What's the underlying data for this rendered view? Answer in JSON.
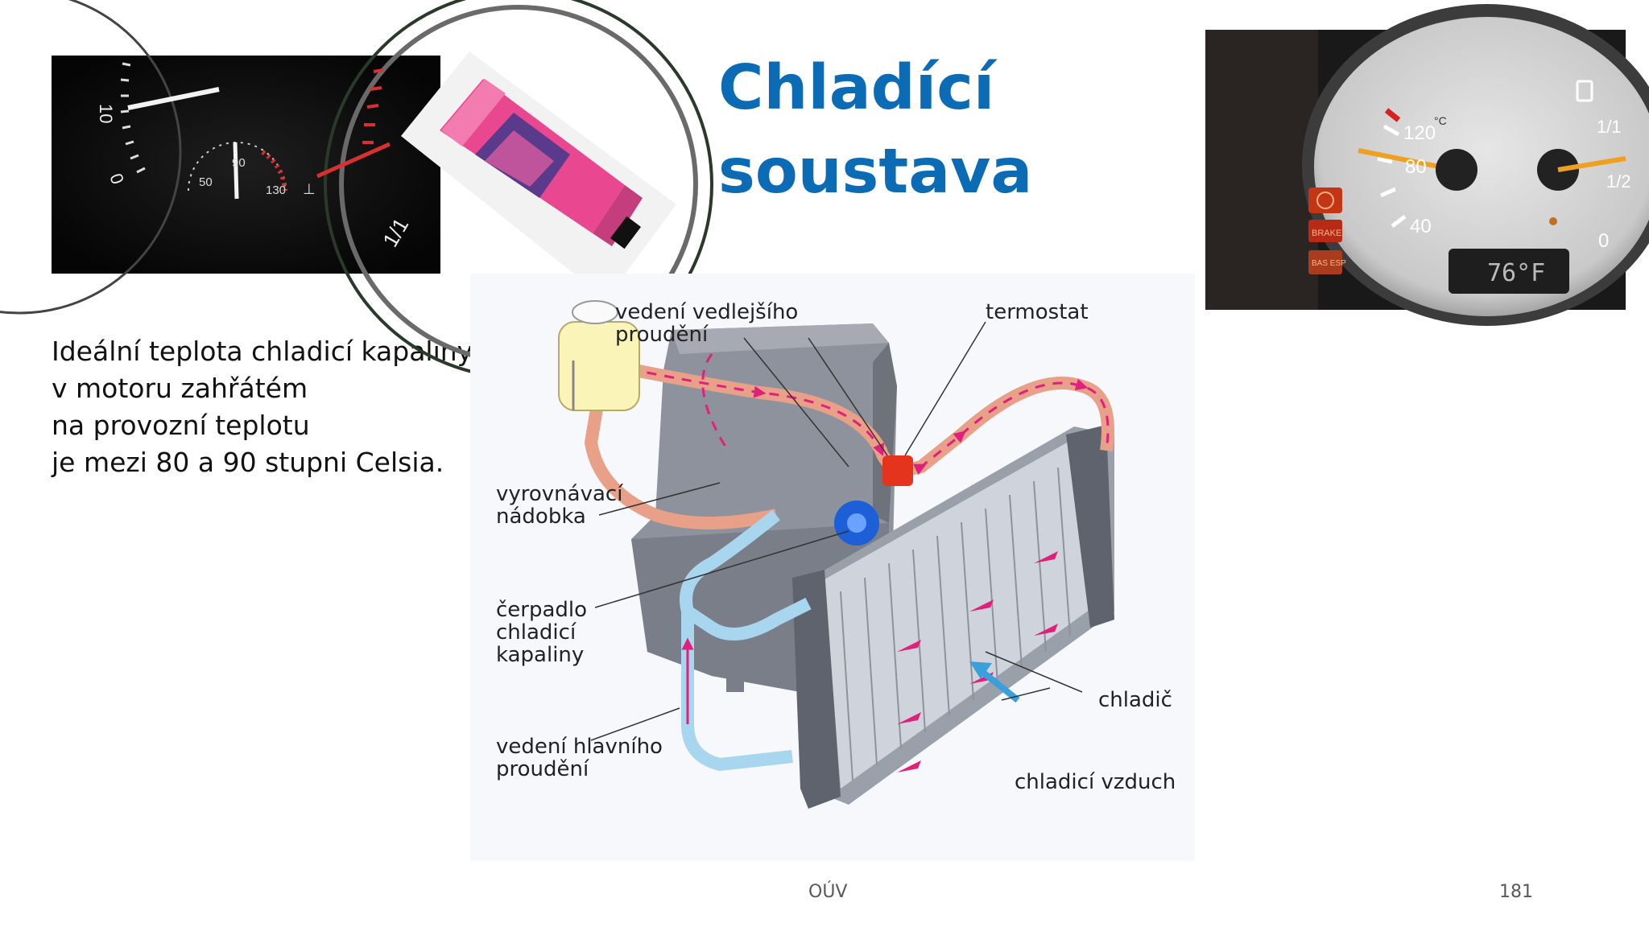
{
  "slide": {
    "title_line1": "Chladící",
    "title_line2": "soustava",
    "body_lines": [
      "Ideální teplota chladicí kapaliny",
      "v motoru zahřátém",
      "na provozní teplotu",
      "je mezi 80 a 90 stupni Celsia."
    ],
    "footer_center": "OÚV",
    "page_number": "181"
  },
  "gauge_left": {
    "labels": [
      "10",
      "0",
      "50",
      "90",
      "130",
      "1/1"
    ]
  },
  "gauge_right": {
    "labels": [
      "120",
      "80",
      "40",
      "°C",
      "1/1",
      "1/2",
      "0",
      "BRAKE",
      "BAS ESP"
    ],
    "display": "76°F"
  },
  "diagram": {
    "labels": {
      "bypass": [
        "vedení vedlejšího",
        "proudění"
      ],
      "thermostat": "termostat",
      "tank": [
        "vyrovnávací",
        "nádobka"
      ],
      "pump": [
        "čerpadlo",
        "chladicí",
        "kapaliny"
      ],
      "main": [
        "vedení hlavního",
        "proudění"
      ],
      "radiator": "chladič",
      "air": "chladicí vzduch"
    }
  },
  "colors": {
    "title": "#0b6bb5",
    "coolant_hot": "#e8a088",
    "coolant_cold": "#a9d6ef",
    "flow_arrow": "#e0207a",
    "air_arrow": "#3aa0dc"
  }
}
